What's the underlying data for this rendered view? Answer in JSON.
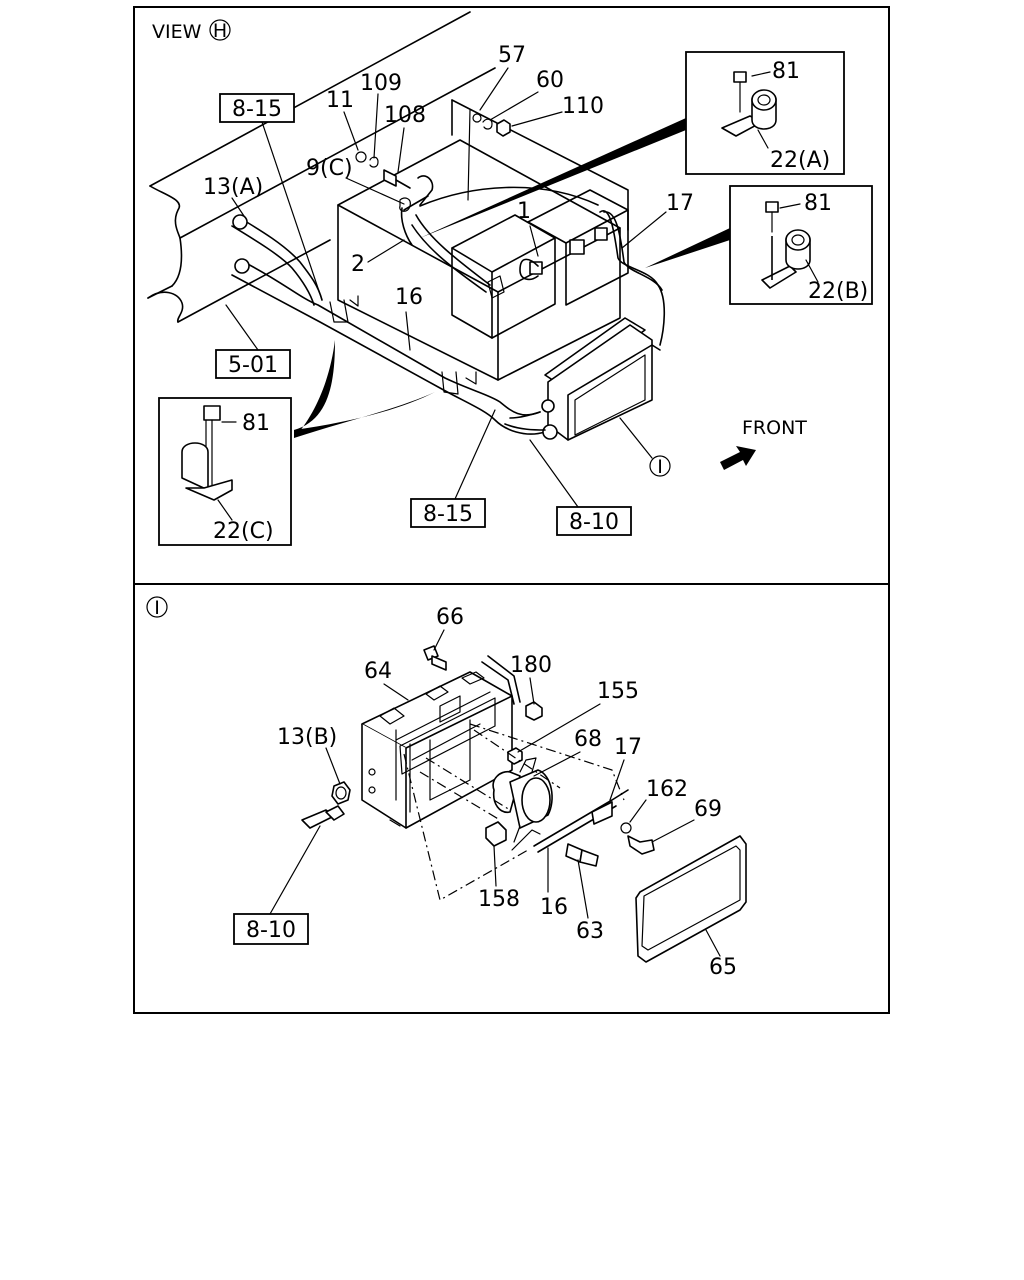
{
  "view_title": "VIEW",
  "view_marker": "H",
  "detail_marker": "I",
  "front_label": "FRONT",
  "upper": {
    "refs": [
      "8-15",
      "5-01",
      "8-15",
      "8-10"
    ],
    "parts": [
      "57",
      "60",
      "110",
      "109",
      "11",
      "108",
      "9(C)",
      "13(A)",
      "1",
      "2",
      "16",
      "17"
    ]
  },
  "insets": {
    "a": {
      "bolt": "81",
      "clamp": "22(A)"
    },
    "b": {
      "bolt": "81",
      "clamp": "22(B)"
    },
    "c": {
      "bolt": "81",
      "clamp": "22(C)"
    }
  },
  "lower": {
    "refs": [
      "8-10"
    ],
    "parts": [
      "66",
      "64",
      "180",
      "155",
      "68",
      "17",
      "13(B)",
      "162",
      "69",
      "158",
      "16",
      "63",
      "65"
    ]
  }
}
